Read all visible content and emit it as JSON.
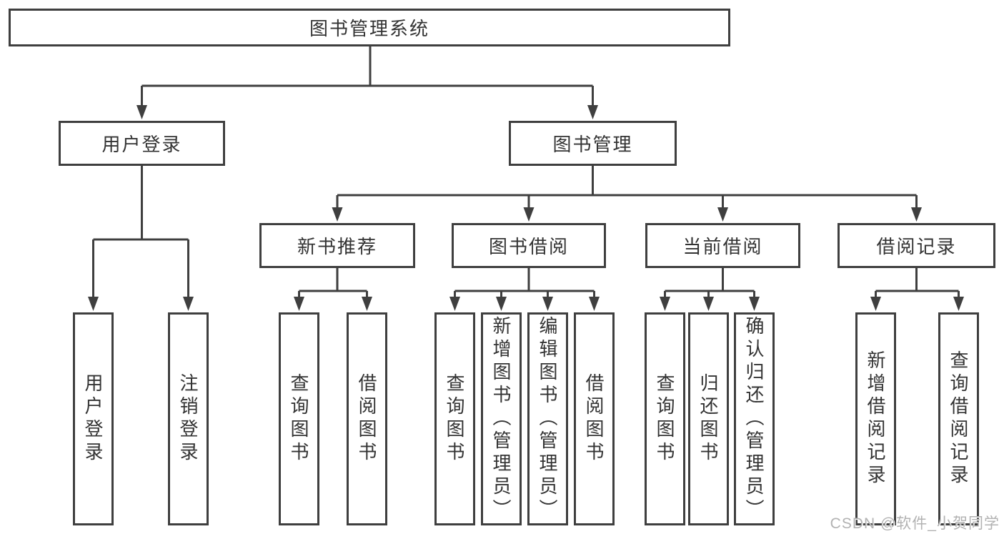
{
  "diagram": {
    "type": "tree",
    "root": "图书管理系统",
    "level2": [
      "用户登录",
      "图书管理"
    ],
    "level3": [
      "新书推荐",
      "图书借阅",
      "当前借阅",
      "借阅记录"
    ],
    "groups": {
      "user_login": [
        "用户登录",
        "注销登录"
      ],
      "new_book_recommend": [
        "查询图书",
        "借阅图书"
      ],
      "book_borrow": [
        "查询图书",
        "新增图书（管理员）",
        "编辑图书（管理员）",
        "借阅图书"
      ],
      "current_borrow": [
        "查询图书",
        "归还图书",
        "确认归还（管理员）"
      ],
      "borrow_record": [
        "新增借阅记录",
        "查询借阅记录"
      ]
    }
  },
  "watermark": "CSDN @软件_小贺同学",
  "colors": {
    "line": "#3f3f3f",
    "text": "#333333",
    "watermark": "#b2b2b2",
    "background": "#ffffff"
  }
}
